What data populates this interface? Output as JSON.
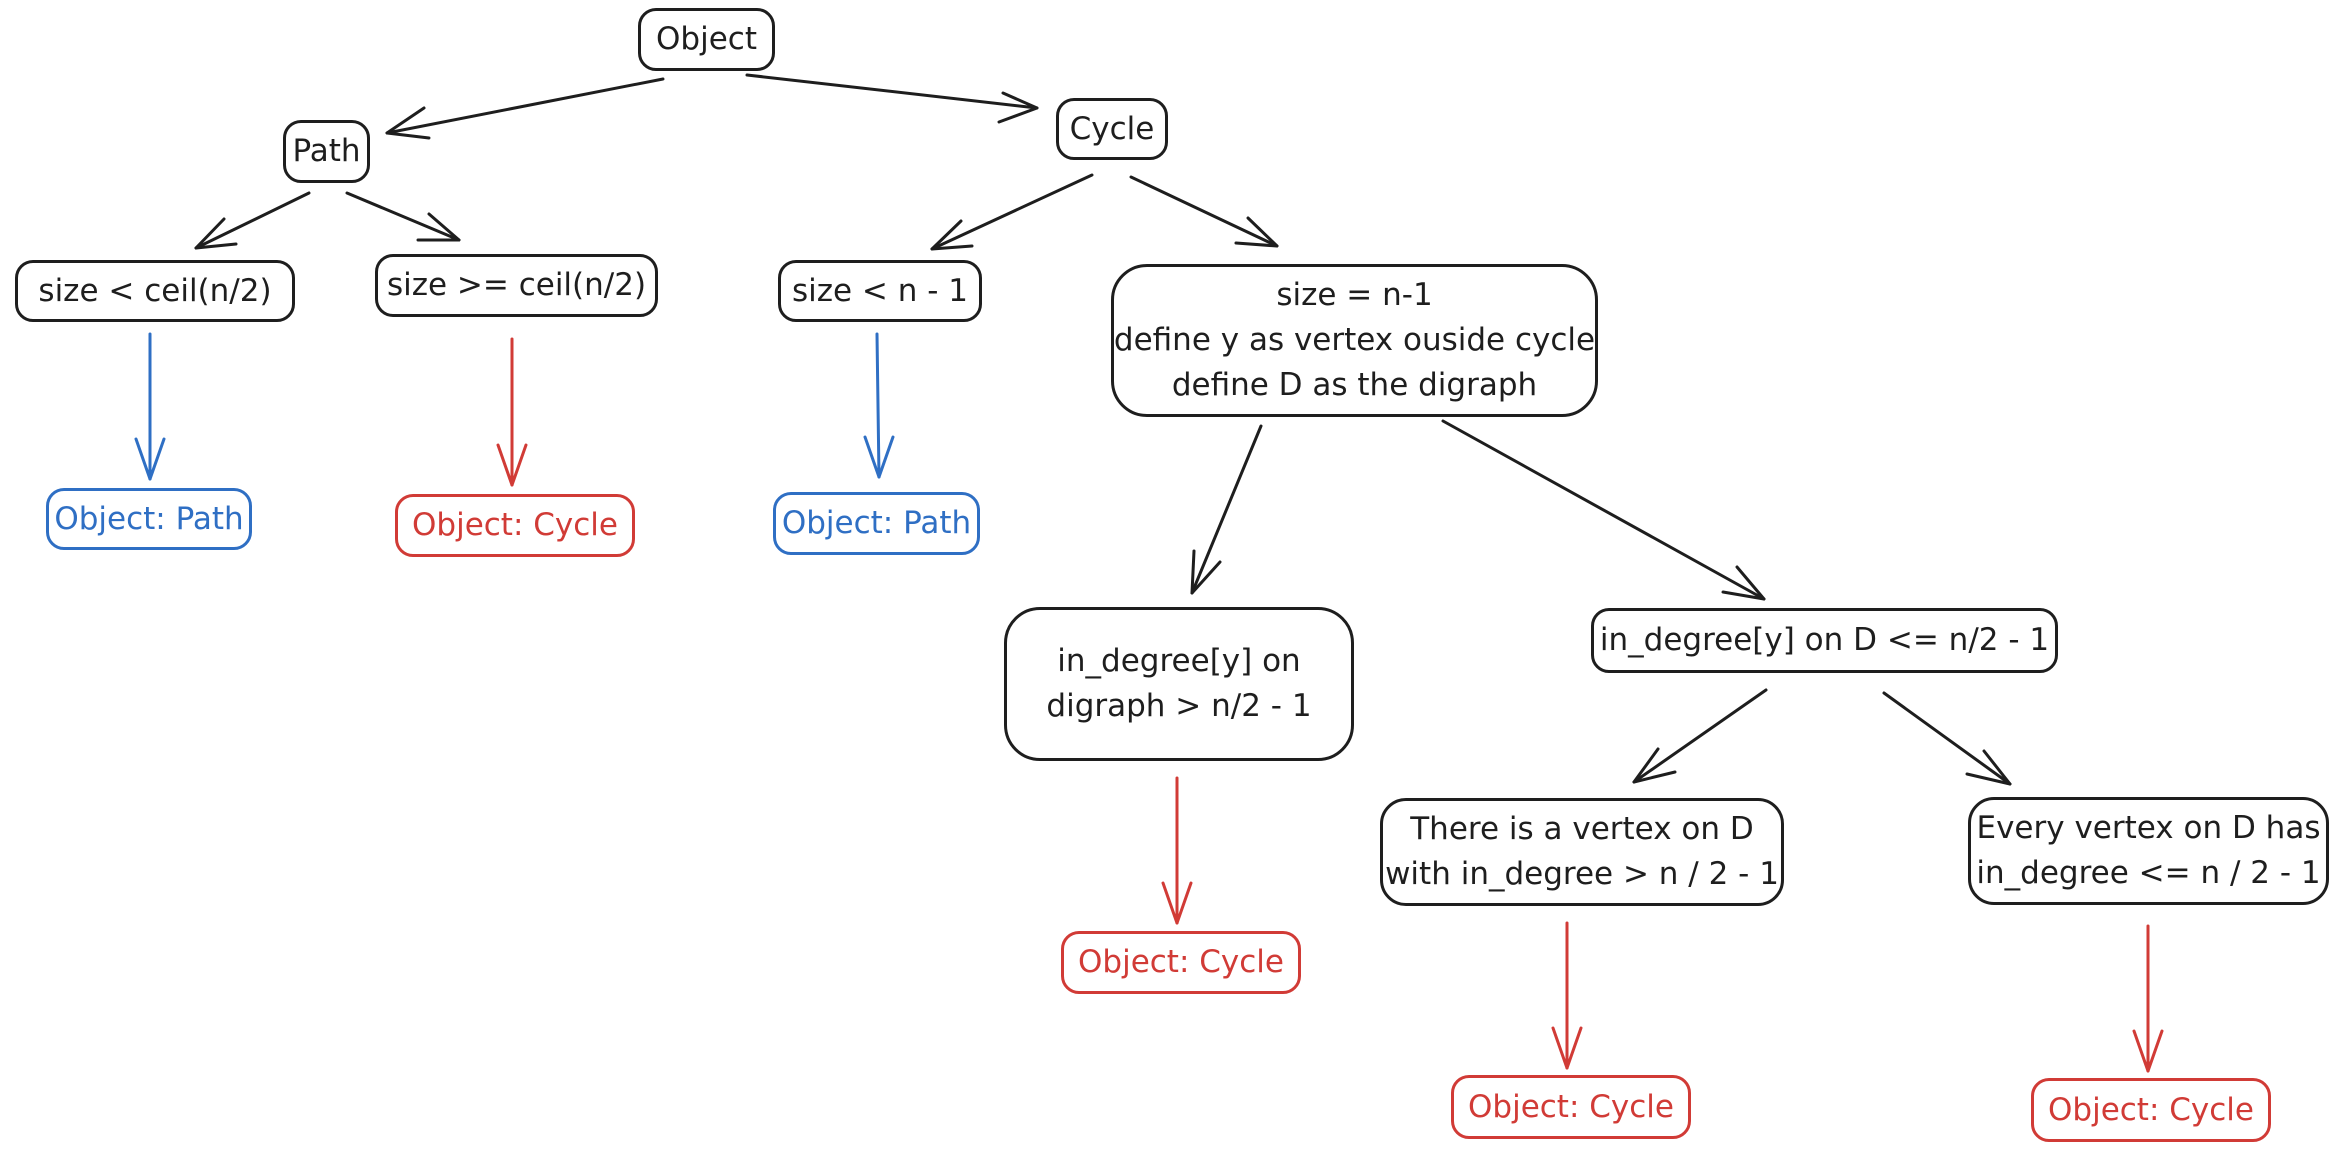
{
  "colors": {
    "stroke": "#1e1e1e",
    "blue": "#2f6fc4",
    "red": "#d13b36",
    "background": "#ffffff"
  },
  "nodes": {
    "root": {
      "label": "Object"
    },
    "path": {
      "label": "Path"
    },
    "cycle": {
      "label": "Cycle"
    },
    "path_small": {
      "label": "size < ceil(n/2)"
    },
    "path_large": {
      "label": "size >= ceil(n/2)"
    },
    "cycle_small": {
      "label": "size < n - 1"
    },
    "cycle_full": {
      "lines": [
        "size = n-1",
        "define y as vertex ouside cycle",
        "define D as the digraph"
      ]
    },
    "result_path_1": {
      "label": "Object: Path"
    },
    "result_cycle_1": {
      "label": "Object: Cycle"
    },
    "result_path_2": {
      "label": "Object: Path"
    },
    "indeg_high": {
      "lines": [
        "in_degree[y] on",
        "digraph > n/2 - 1"
      ]
    },
    "indeg_low": {
      "label": "in_degree[y] on D <= n/2 - 1"
    },
    "result_cycle_2": {
      "label": "Object: Cycle"
    },
    "vertex_exists": {
      "lines": [
        "There is a vertex on D",
        "with in_degree > n / 2 - 1"
      ]
    },
    "every_vertex": {
      "lines": [
        "Every vertex on D has",
        "in_degree <= n / 2 - 1"
      ]
    },
    "result_cycle_3": {
      "label": "Object: Cycle"
    },
    "result_cycle_4": {
      "label": "Object: Cycle"
    }
  },
  "edges": [
    {
      "from": "root",
      "to": "path",
      "color": "stroke"
    },
    {
      "from": "root",
      "to": "cycle",
      "color": "stroke"
    },
    {
      "from": "path",
      "to": "path_small",
      "color": "stroke"
    },
    {
      "from": "path",
      "to": "path_large",
      "color": "stroke"
    },
    {
      "from": "cycle",
      "to": "cycle_small",
      "color": "stroke"
    },
    {
      "from": "cycle",
      "to": "cycle_full",
      "color": "stroke"
    },
    {
      "from": "path_small",
      "to": "result_path_1",
      "color": "blue"
    },
    {
      "from": "path_large",
      "to": "result_cycle_1",
      "color": "red"
    },
    {
      "from": "cycle_small",
      "to": "result_path_2",
      "color": "blue"
    },
    {
      "from": "cycle_full",
      "to": "indeg_high",
      "color": "stroke"
    },
    {
      "from": "cycle_full",
      "to": "indeg_low",
      "color": "stroke"
    },
    {
      "from": "indeg_high",
      "to": "result_cycle_2",
      "color": "red"
    },
    {
      "from": "indeg_low",
      "to": "vertex_exists",
      "color": "stroke"
    },
    {
      "from": "indeg_low",
      "to": "every_vertex",
      "color": "stroke"
    },
    {
      "from": "vertex_exists",
      "to": "result_cycle_3",
      "color": "red"
    },
    {
      "from": "every_vertex",
      "to": "result_cycle_4",
      "color": "red"
    }
  ]
}
